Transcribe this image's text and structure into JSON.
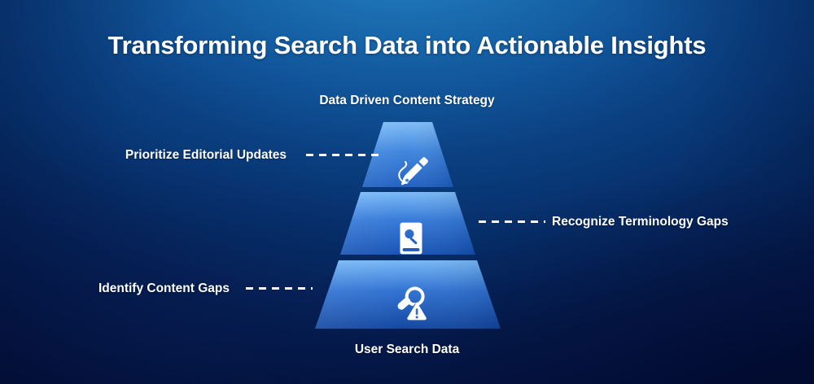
{
  "page": {
    "title": "Transforming Search Data into Actionable Insights",
    "background_colors": {
      "highlight": "#2a86c9",
      "mid": "#0a3f80",
      "deep": "#031845",
      "darkest": "#010b34"
    },
    "text_color": "#ffffff"
  },
  "diagram": {
    "type": "pyramid",
    "tier_count": 3,
    "apex_label": "Data Driven Content Strategy",
    "base_label": "User Search Data",
    "tiers": [
      {
        "level": 1,
        "position": "top",
        "icon": "fountain-pen-nib-icon",
        "callout": "Prioritize Editorial Updates",
        "callout_side": "left",
        "fill_top": "#7ab8f5",
        "fill_bottom": "#1f62c4"
      },
      {
        "level": 2,
        "position": "middle",
        "icon": "book-search-icon",
        "callout": "Recognize Terminology Gaps",
        "callout_side": "right",
        "fill_top": "#7ab8f5",
        "fill_bottom": "#1655b8"
      },
      {
        "level": 3,
        "position": "bottom",
        "icon": "search-warning-icon",
        "callout": "Identify Content Gaps",
        "callout_side": "left",
        "fill_top": "#7ab8f5",
        "fill_bottom": "#14499f"
      }
    ],
    "connector_style": "dashed",
    "connector_color": "#ffffff",
    "icon_color": "#ffffff"
  }
}
